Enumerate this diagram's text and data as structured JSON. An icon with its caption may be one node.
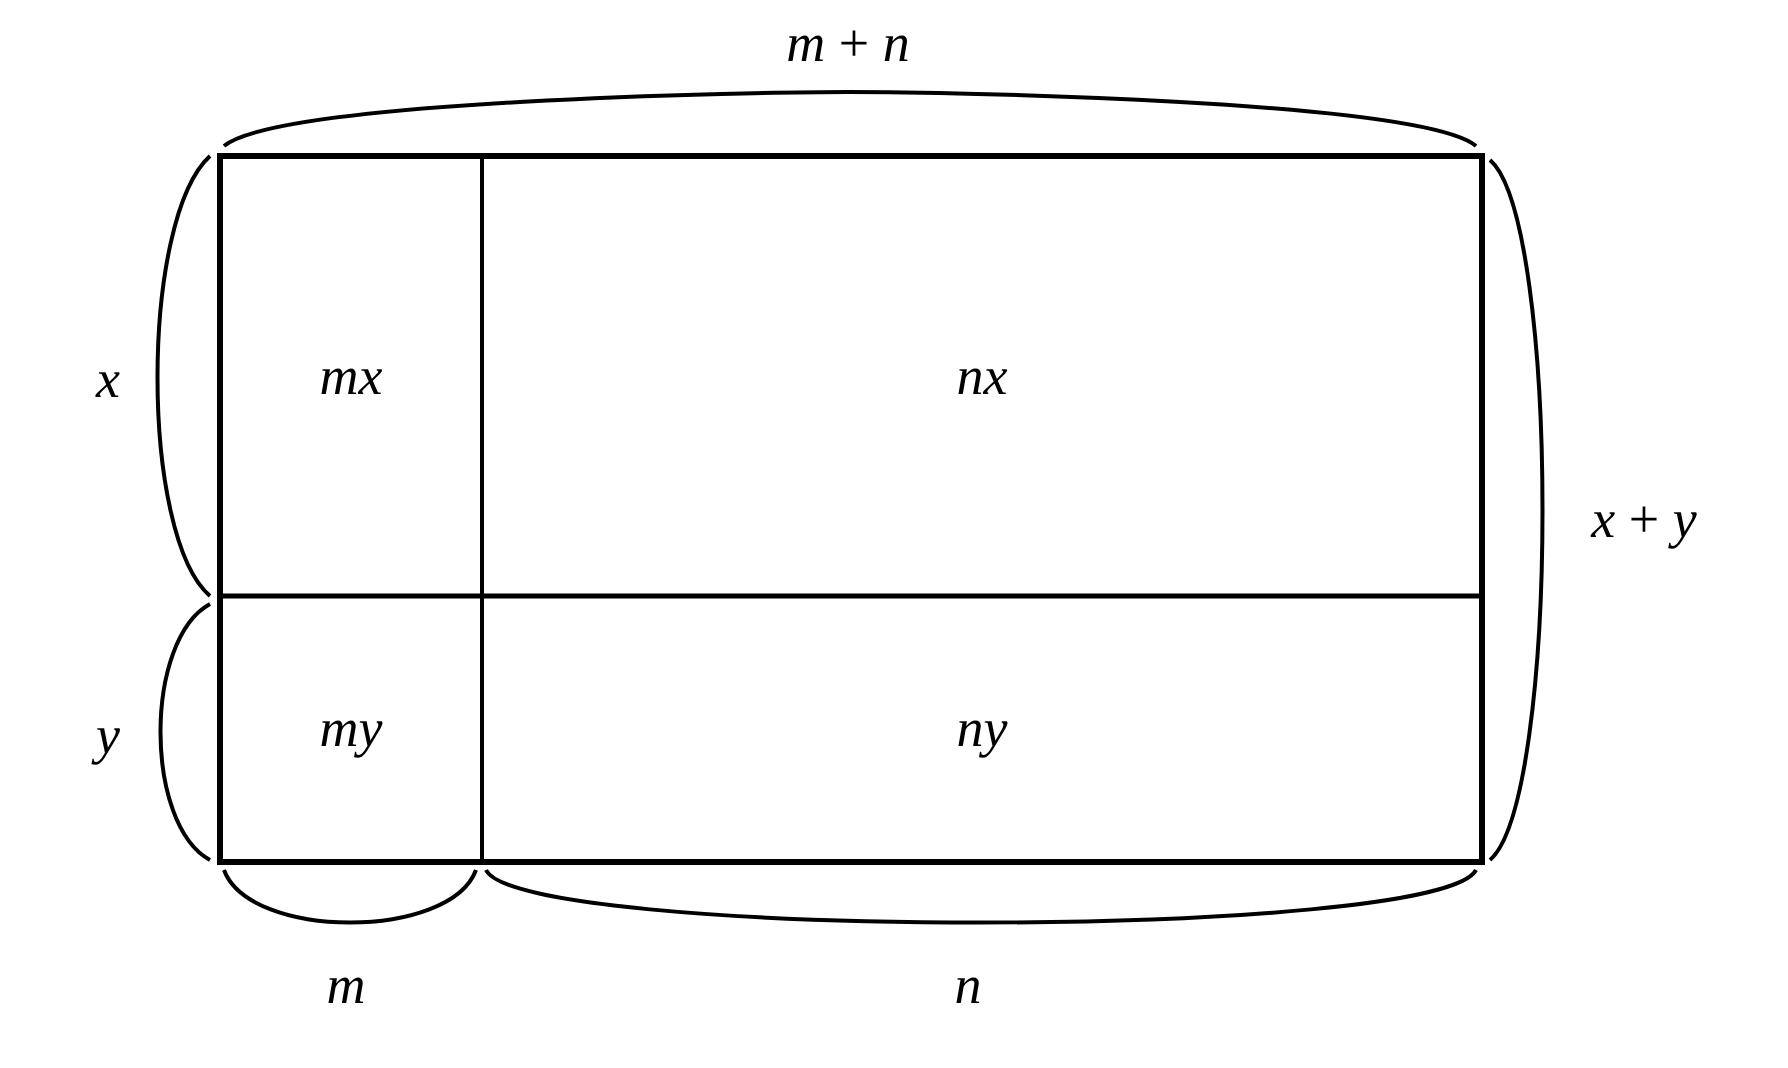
{
  "diagram": {
    "nodes": [
      {
        "text": [
          "mx"
        ]
      },
      {
        "text": [
          "nx"
        ]
      },
      {
        "text": [
          "my"
        ]
      },
      {
        "text": [
          "ny"
        ]
      }
    ],
    "labels": [
      "*m* + *n*",
      "x",
      "*x* + *y*",
      "y",
      "m",
      "n"
    ]
  }
}
